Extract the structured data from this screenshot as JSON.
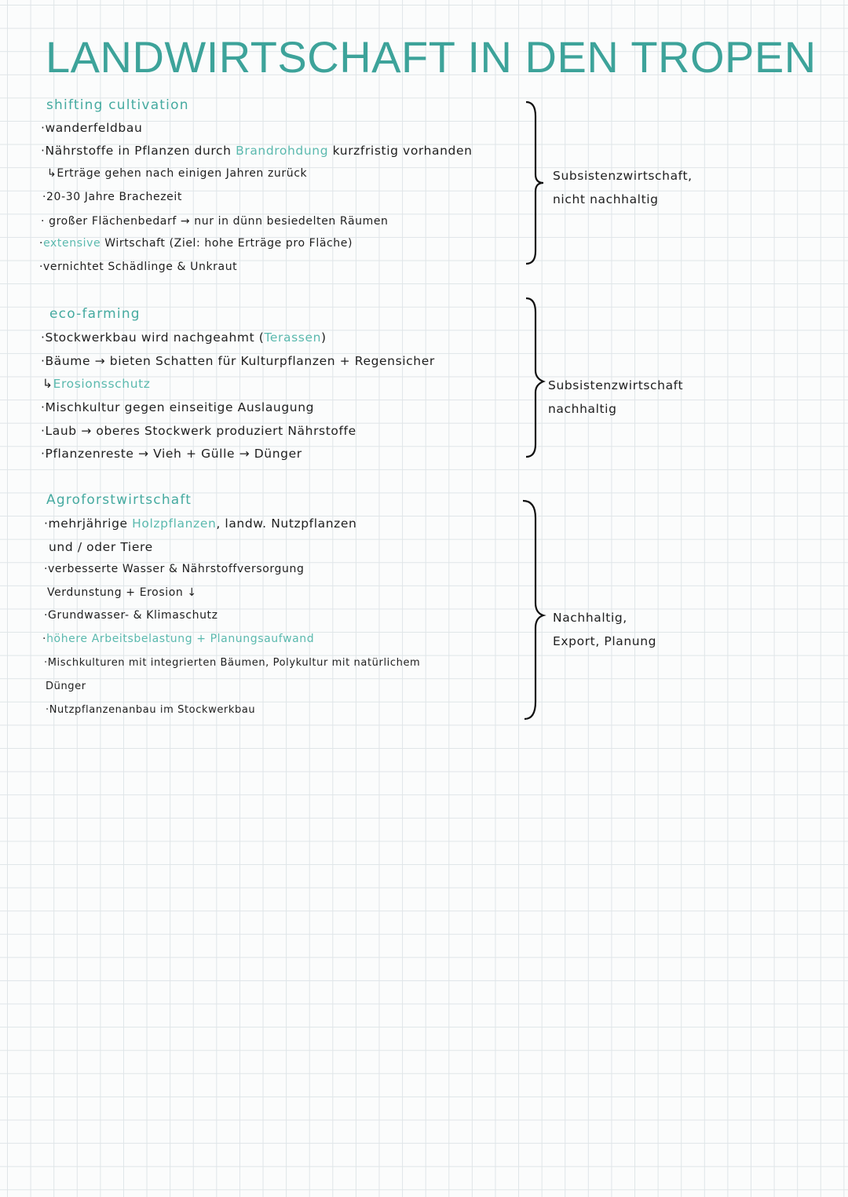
{
  "title": "LANDWIRTSCHAFT IN DEN TROPEN",
  "sections": [
    {
      "heading": "shifting cultivation",
      "lines": [
        [
          {
            "t": "·wanderfeldbau"
          }
        ],
        [
          {
            "t": "·Nährstoffe in Pflanzen durch "
          },
          {
            "t": "Brandrohdung",
            "hl": true
          },
          {
            "t": " kurzfristig vorhanden"
          }
        ],
        [
          {
            "t": "↳Erträge gehen nach einigen Jahren zurück"
          }
        ],
        [
          {
            "t": "·20-30 Jahre Brachezeit"
          }
        ],
        [
          {
            "t": "· großer Flächenbedarf → nur in dünn besiedelten Räumen"
          }
        ],
        [
          {
            "t": "·"
          },
          {
            "t": "extensive",
            "hl": true
          },
          {
            "t": " Wirtschaft (Ziel: hohe Erträge pro Fläche)"
          }
        ],
        [
          {
            "t": "·vernichtet Schädlinge & Unkraut"
          }
        ]
      ],
      "side": [
        "Subsistenzwirtschaft,",
        "nicht nachhaltig"
      ]
    },
    {
      "heading": "eco-farming",
      "lines": [
        [
          {
            "t": "·Stockwerkbau wird nachgeahmt ("
          },
          {
            "t": "Terassen",
            "hl": true
          },
          {
            "t": ")"
          }
        ],
        [
          {
            "t": "·Bäume → bieten Schatten für Kulturpflanzen + Regensicher"
          }
        ],
        [
          {
            "t": "↳"
          },
          {
            "t": "Erosionsschutz",
            "hl": true
          }
        ],
        [
          {
            "t": "·Mischkultur gegen einseitige Auslaugung"
          }
        ],
        [
          {
            "t": "·Laub → oberes Stockwerk produziert Nährstoffe"
          }
        ],
        [
          {
            "t": "·Pflanzenreste → Vieh + Gülle → Dünger"
          }
        ]
      ],
      "side": [
        "Subsistenzwirtschaft",
        "nachhaltig"
      ]
    },
    {
      "heading": "Agroforstwirtschaft",
      "lines": [
        [
          {
            "t": "·mehrjährige "
          },
          {
            "t": "Holzpflanzen",
            "hl": true
          },
          {
            "t": ", landw. Nutzpflanzen"
          }
        ],
        [
          {
            "t": "und / oder Tiere"
          }
        ],
        [
          {
            "t": "·verbesserte Wasser & Nährstoffversorgung"
          }
        ],
        [
          {
            "t": "Verdunstung + Erosion ↓"
          }
        ],
        [
          {
            "t": "·Grundwasser- & Klimaschutz"
          }
        ],
        [
          {
            "t": "·"
          },
          {
            "t": "höhere Arbeitsbelastung + Planungsaufwand",
            "hl": true
          }
        ],
        [
          {
            "t": "·Mischkulturen mit integrierten Bäumen, Polykultur mit natürlichem"
          }
        ],
        [
          {
            "t": "Dünger"
          }
        ],
        [
          {
            "t": "·Nutzpflanzenanbau im Stockwerkbau"
          }
        ]
      ],
      "side": [
        "Nachhaltig,",
        "Export, Planung"
      ]
    }
  ]
}
